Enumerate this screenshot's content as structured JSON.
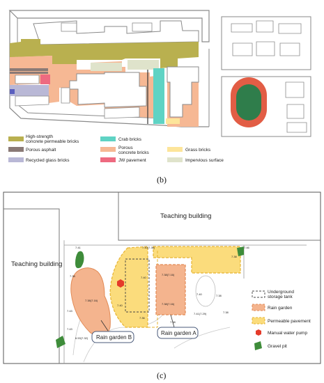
{
  "figure_b": {
    "caption": "(b)",
    "legend": [
      {
        "label_lines": [
          "High-strength",
          "concrete permeable bricks"
        ],
        "color": "#b9b04f"
      },
      {
        "label_lines": [
          "Crab bricks"
        ],
        "color": "#5fd3c4"
      },
      {
        "label_lines": [
          "Porous asphalt"
        ],
        "color": "#8a7a76"
      },
      {
        "label_lines": [
          "Porous",
          "concrete bricks"
        ],
        "color": "#f6b894"
      },
      {
        "label_lines": [
          "Grass bricks"
        ],
        "color": "#fde59a"
      },
      {
        "label_lines": [
          "Recycled glass bricks"
        ],
        "color": "#b9b8d6"
      },
      {
        "label_lines": [
          "JW pavement"
        ],
        "color": "#ee6a80"
      },
      {
        "label_lines": [
          "Impervious surface"
        ],
        "color": "#dfe3cb"
      }
    ],
    "colors": {
      "track": "#e25d45",
      "field": "#2f7d4b",
      "line": "#8a8a8a"
    }
  },
  "figure_c": {
    "caption": "(c)",
    "buildings": [
      "Teaching building",
      "Teaching building"
    ],
    "callouts": [
      "Rain garden B",
      "Rain garden A"
    ],
    "legend": [
      {
        "label_lines": [
          "Underground",
          "storage tank"
        ],
        "symbol": "dashed-box"
      },
      {
        "label_lines": [
          "Rain garden"
        ],
        "symbol": "orange-box"
      },
      {
        "label_lines": [
          "Permeable pavement"
        ],
        "symbol": "yellow-box"
      },
      {
        "label_lines": [
          "Manual water pump"
        ],
        "symbol": "red-hexagon"
      },
      {
        "label_lines": [
          "Gravel pit"
        ],
        "symbol": "green-blob"
      }
    ],
    "elevations": [
      "7.41",
      "7.40(7.36)",
      "7.46",
      "7.38",
      "7.40",
      "7.38",
      "7.38(7.16)",
      "7.38(7.16)",
      "7.38(7.16)",
      "7.40",
      "7.38",
      "7.36",
      "7.40",
      "7.38",
      "7.41(7.29)",
      "7.43",
      "7.43",
      "6.53(7.32)",
      "7.38"
    ],
    "colors": {
      "rain_garden": "#f4b48e",
      "rain_garden_stroke": "#e28a55",
      "permeable": "#fbdc7c",
      "permeable_stroke": "#e6b332",
      "pump": "#e53b2a",
      "gravel": "#3e8c3a"
    }
  }
}
